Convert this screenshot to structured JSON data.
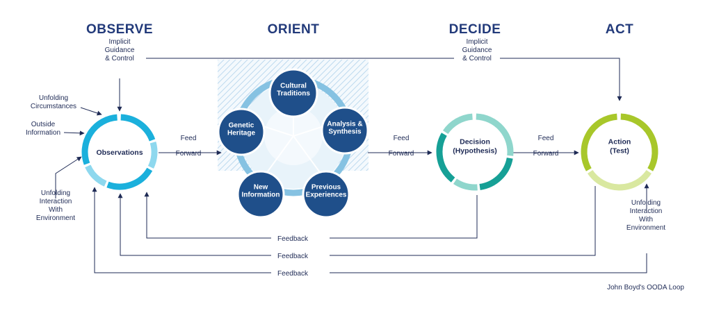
{
  "phases": {
    "observe": "OBSERVE",
    "orient": "ORIENT",
    "decide": "DECIDE",
    "act": "ACT"
  },
  "inputs": {
    "implicit_guidance": [
      "Implicit",
      "Guidance",
      "& Control"
    ],
    "unfolding_circumstances": [
      "Unfolding",
      "Circumstances"
    ],
    "outside_information": [
      "Outside",
      "Information"
    ],
    "unfolding_interaction": [
      "Unfolding",
      "Interaction",
      "With",
      "Environment"
    ]
  },
  "nodes": {
    "observations": [
      "Observations"
    ],
    "decision": [
      "Decision",
      "(Hypothesis)"
    ],
    "action": [
      "Action",
      "(Test)"
    ]
  },
  "orient_items": {
    "cultural": [
      "Cultural",
      "Traditions"
    ],
    "analysis": [
      "Analysis &",
      "Synthesis"
    ],
    "previous": [
      "Previous",
      "Experiences"
    ],
    "new_info": [
      "New",
      "Information"
    ],
    "genetic": [
      "Genetic",
      "Heritage"
    ]
  },
  "feed_forward": [
    "Feed",
    "Forward"
  ],
  "feedback": "Feedback",
  "caption": "John Boyd's OODA Loop",
  "colors": {
    "navy": "#1e2a55",
    "observe_ring": "#1bb0dc",
    "observe_ring_light": "#8ed8ee",
    "orient_dark": "#1f4f8a",
    "orient_ring": "#86c2e2",
    "decide_ring": "#16a096",
    "decide_ring_light": "#8fd6cc",
    "act_ring": "#a8c72a",
    "act_ring_light": "#d9e8a0"
  }
}
